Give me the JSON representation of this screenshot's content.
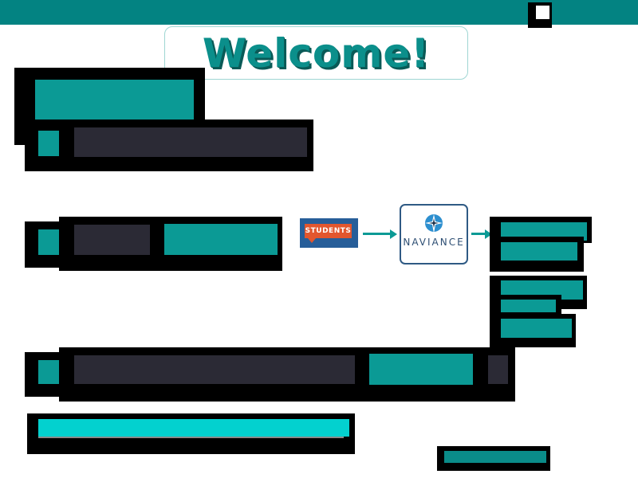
{
  "header": {
    "welcome_title": "Welcome!"
  },
  "flow": {
    "students_label": "STUDENTS",
    "naviance_label": "NAVIANCE"
  },
  "colors": {
    "topbar": "#038382",
    "teal": "#0b9a95",
    "dark": "#2b2a35",
    "cyan": "#03d1cf",
    "students_badge": "#e2562e",
    "naviance_blue": "#2d4e73"
  },
  "icons": {
    "students_icon": "speech-bubble-badge",
    "naviance_icon": "compass-star-logo",
    "flow_arrows": "right-arrow"
  }
}
